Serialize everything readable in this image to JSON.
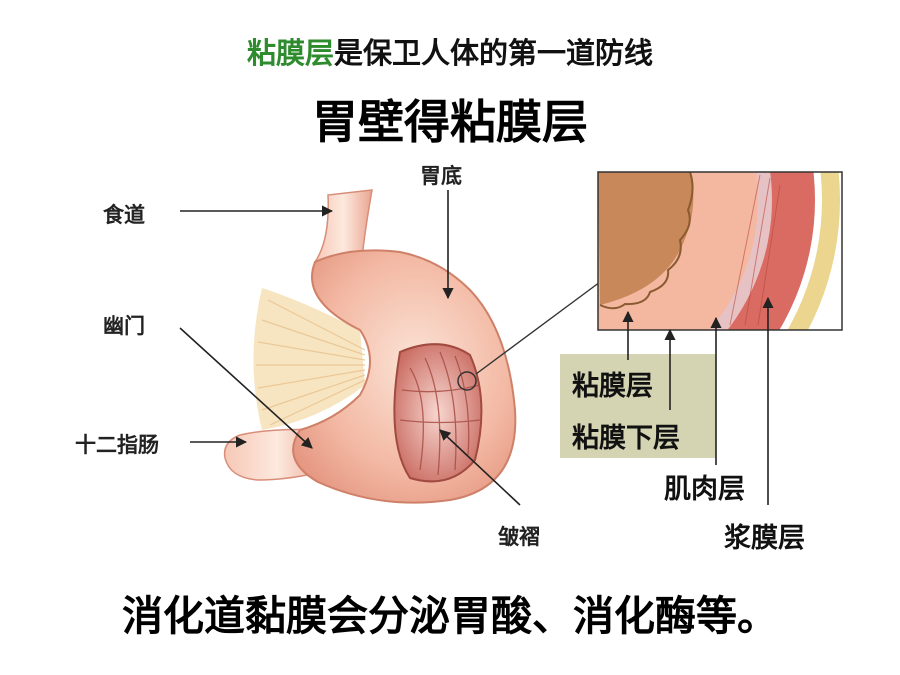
{
  "title": {
    "highlight": "粘膜层",
    "rest": "是保卫人体的第一道防线",
    "main": "胃壁得粘膜层"
  },
  "labels": {
    "fundus": "胃底",
    "esophagus": "食道",
    "pylorus": "幽门",
    "duodenum": "十二指肠",
    "rugae": "皱褶"
  },
  "layers": {
    "mucosa": "粘膜层",
    "submucosa": "粘膜下层",
    "muscle": "肌肉层",
    "serosa": "浆膜层"
  },
  "caption": "消化道黏膜会分泌胃酸、消化酶等。",
  "colors": {
    "highlight": "#2e8b2e",
    "legend_bg": "#d4d4b2",
    "mucosa": "#c9885a",
    "submucosa": "#e7c2c5",
    "muscle": "#d96b62",
    "serosa": "#ecd58e"
  }
}
